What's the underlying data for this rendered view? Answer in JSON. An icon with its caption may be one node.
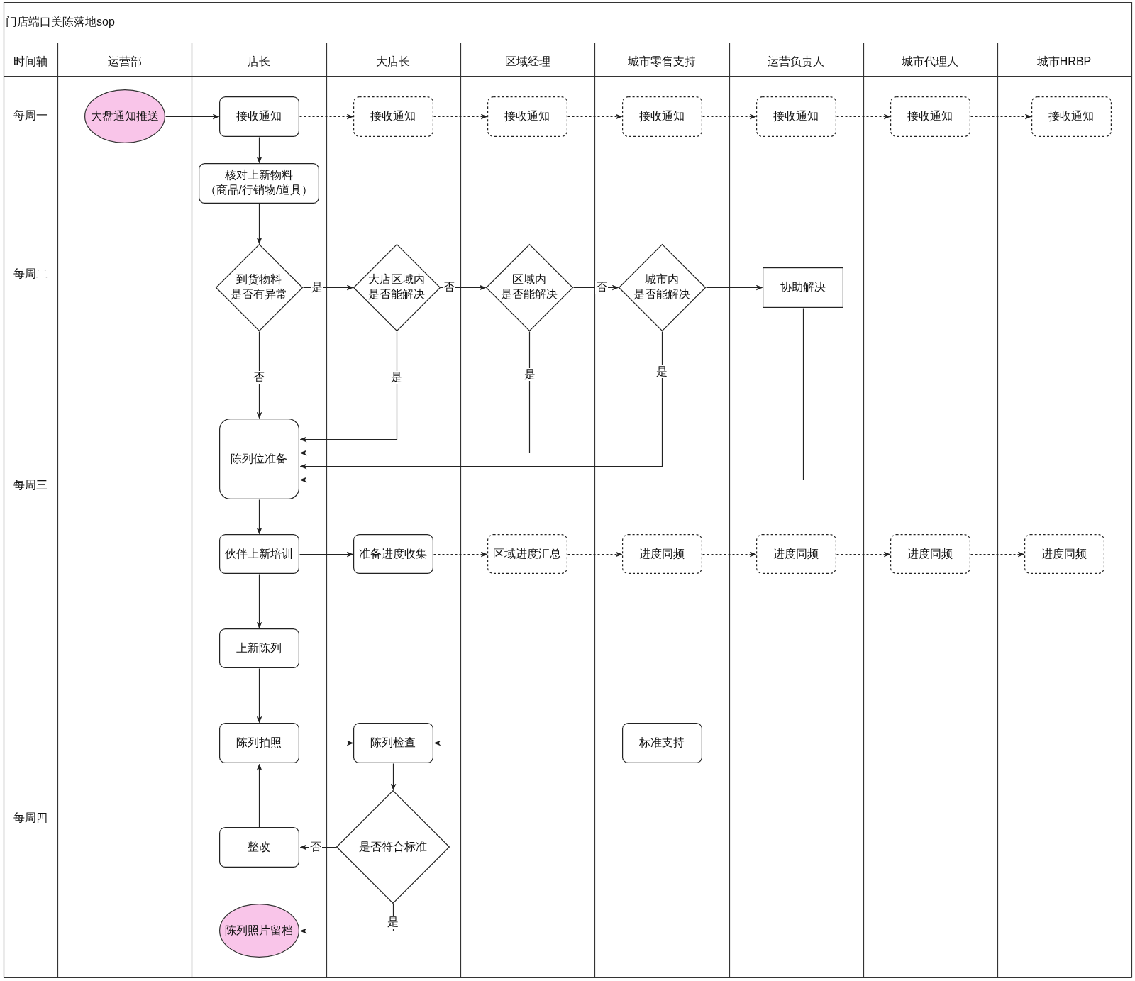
{
  "diagram": {
    "title": "门店端口美陈落地sop",
    "nodes": [
      {
        "text": [
          "大盘通知推送"
        ]
      },
      {
        "text": [
          "接收通知"
        ]
      },
      {
        "text": [
          "接收通知"
        ]
      },
      {
        "text": [
          "接收通知"
        ]
      },
      {
        "text": [
          "接收通知"
        ]
      },
      {
        "text": [
          "接收通知"
        ]
      },
      {
        "text": [
          "接收通知"
        ]
      },
      {
        "text": [
          "接收通知"
        ]
      },
      {
        "text": [
          "核对上新物料（商品/行销物/道具）"
        ]
      },
      {
        "text": [
          "到货物料是否有异常"
        ]
      },
      {
        "text": [
          "大店区域内是否能解决"
        ]
      },
      {
        "text": [
          "区域内是否能解决"
        ]
      },
      {
        "text": [
          "城市内是否能解决"
        ]
      },
      {
        "text": [
          "协助解决"
        ]
      },
      {
        "text": [
          "陈列位准备"
        ]
      },
      {
        "text": [
          "伙伴上新培训"
        ]
      },
      {
        "text": [
          "准备进度收集"
        ]
      },
      {
        "text": [
          "区域进度汇总"
        ]
      },
      {
        "text": [
          "进度同频"
        ]
      },
      {
        "text": [
          "进度同频"
        ]
      },
      {
        "text": [
          "进度同频"
        ]
      },
      {
        "text": [
          "进度同频"
        ]
      },
      {
        "text": [
          "上新陈列"
        ]
      },
      {
        "text": [
          "陈列拍照"
        ]
      },
      {
        "text": [
          "陈列检查"
        ]
      },
      {
        "text": [
          "标准支持"
        ]
      },
      {
        "text": [
          "是否符合标准"
        ]
      },
      {
        "text": [
          "整改"
        ]
      },
      {
        "text": [
          "陈列照片留档"
        ]
      }
    ],
    "edges": [
      {
        "from": 0,
        "to": 1,
        "arrow": "to"
      },
      {
        "from": 1,
        "to": 2,
        "arrow": "to",
        "style": "dashed"
      },
      {
        "from": 2,
        "to": 3,
        "arrow": "to",
        "style": "dashed"
      },
      {
        "from": 3,
        "to": 4,
        "arrow": "to",
        "style": "dashed"
      },
      {
        "from": 4,
        "to": 5,
        "arrow": "to",
        "style": "dashed"
      },
      {
        "from": 5,
        "to": 6,
        "arrow": "to",
        "style": "dashed"
      },
      {
        "from": 6,
        "to": 7,
        "arrow": "to",
        "style": "dashed"
      },
      {
        "from": 1,
        "to": 8,
        "arrow": "to"
      },
      {
        "from": 8,
        "to": 9,
        "arrow": "to"
      },
      {
        "from": 9,
        "to": 10,
        "arrow": "to",
        "label": "是"
      },
      {
        "from": 10,
        "to": 11,
        "arrow": "to",
        "label": "否"
      },
      {
        "from": 11,
        "to": 12,
        "arrow": "to",
        "label": "否"
      },
      {
        "from": 12,
        "to": 13,
        "arrow": "to"
      },
      {
        "from": 9,
        "to": 14,
        "arrow": "to",
        "label": "否"
      },
      {
        "from": 10,
        "to": 14,
        "arrow": "to",
        "label": "是"
      },
      {
        "from": 11,
        "to": 14,
        "arrow": "to",
        "label": "是"
      },
      {
        "from": 12,
        "to": 14,
        "arrow": "to",
        "label": "是"
      },
      {
        "from": 13,
        "to": 14,
        "arrow": "to"
      },
      {
        "from": 14,
        "to": 15,
        "arrow": "to"
      },
      {
        "from": 15,
        "to": 16,
        "arrow": "to"
      },
      {
        "from": 16,
        "to": 17,
        "arrow": "to",
        "style": "dashed"
      },
      {
        "from": 17,
        "to": 18,
        "arrow": "to",
        "style": "dashed"
      },
      {
        "from": 18,
        "to": 19,
        "arrow": "to",
        "style": "dashed"
      },
      {
        "from": 19,
        "to": 20,
        "arrow": "to",
        "style": "dashed"
      },
      {
        "from": 20,
        "to": 21,
        "arrow": "to",
        "style": "dashed"
      },
      {
        "from": 15,
        "to": 22,
        "arrow": "to"
      },
      {
        "from": 22,
        "to": 23,
        "arrow": "to"
      },
      {
        "from": 23,
        "to": 24,
        "arrow": "to"
      },
      {
        "from": 25,
        "to": 24,
        "arrow": "to"
      },
      {
        "from": 24,
        "to": 26,
        "arrow": "to"
      },
      {
        "from": 26,
        "to": 27,
        "arrow": "to",
        "label": "否"
      },
      {
        "from": 27,
        "to": 23,
        "arrow": "to"
      },
      {
        "from": 26,
        "to": 28,
        "arrow": "to",
        "label": "是"
      }
    ],
    "labels": [
      "时间轴",
      "运营部",
      "店长",
      "大店长",
      "区域经理",
      "城市零售支持",
      "运营负责人",
      "城市代理人",
      "城市HRBP",
      "每周一",
      "每周二",
      "每周三",
      "每周四"
    ]
  }
}
